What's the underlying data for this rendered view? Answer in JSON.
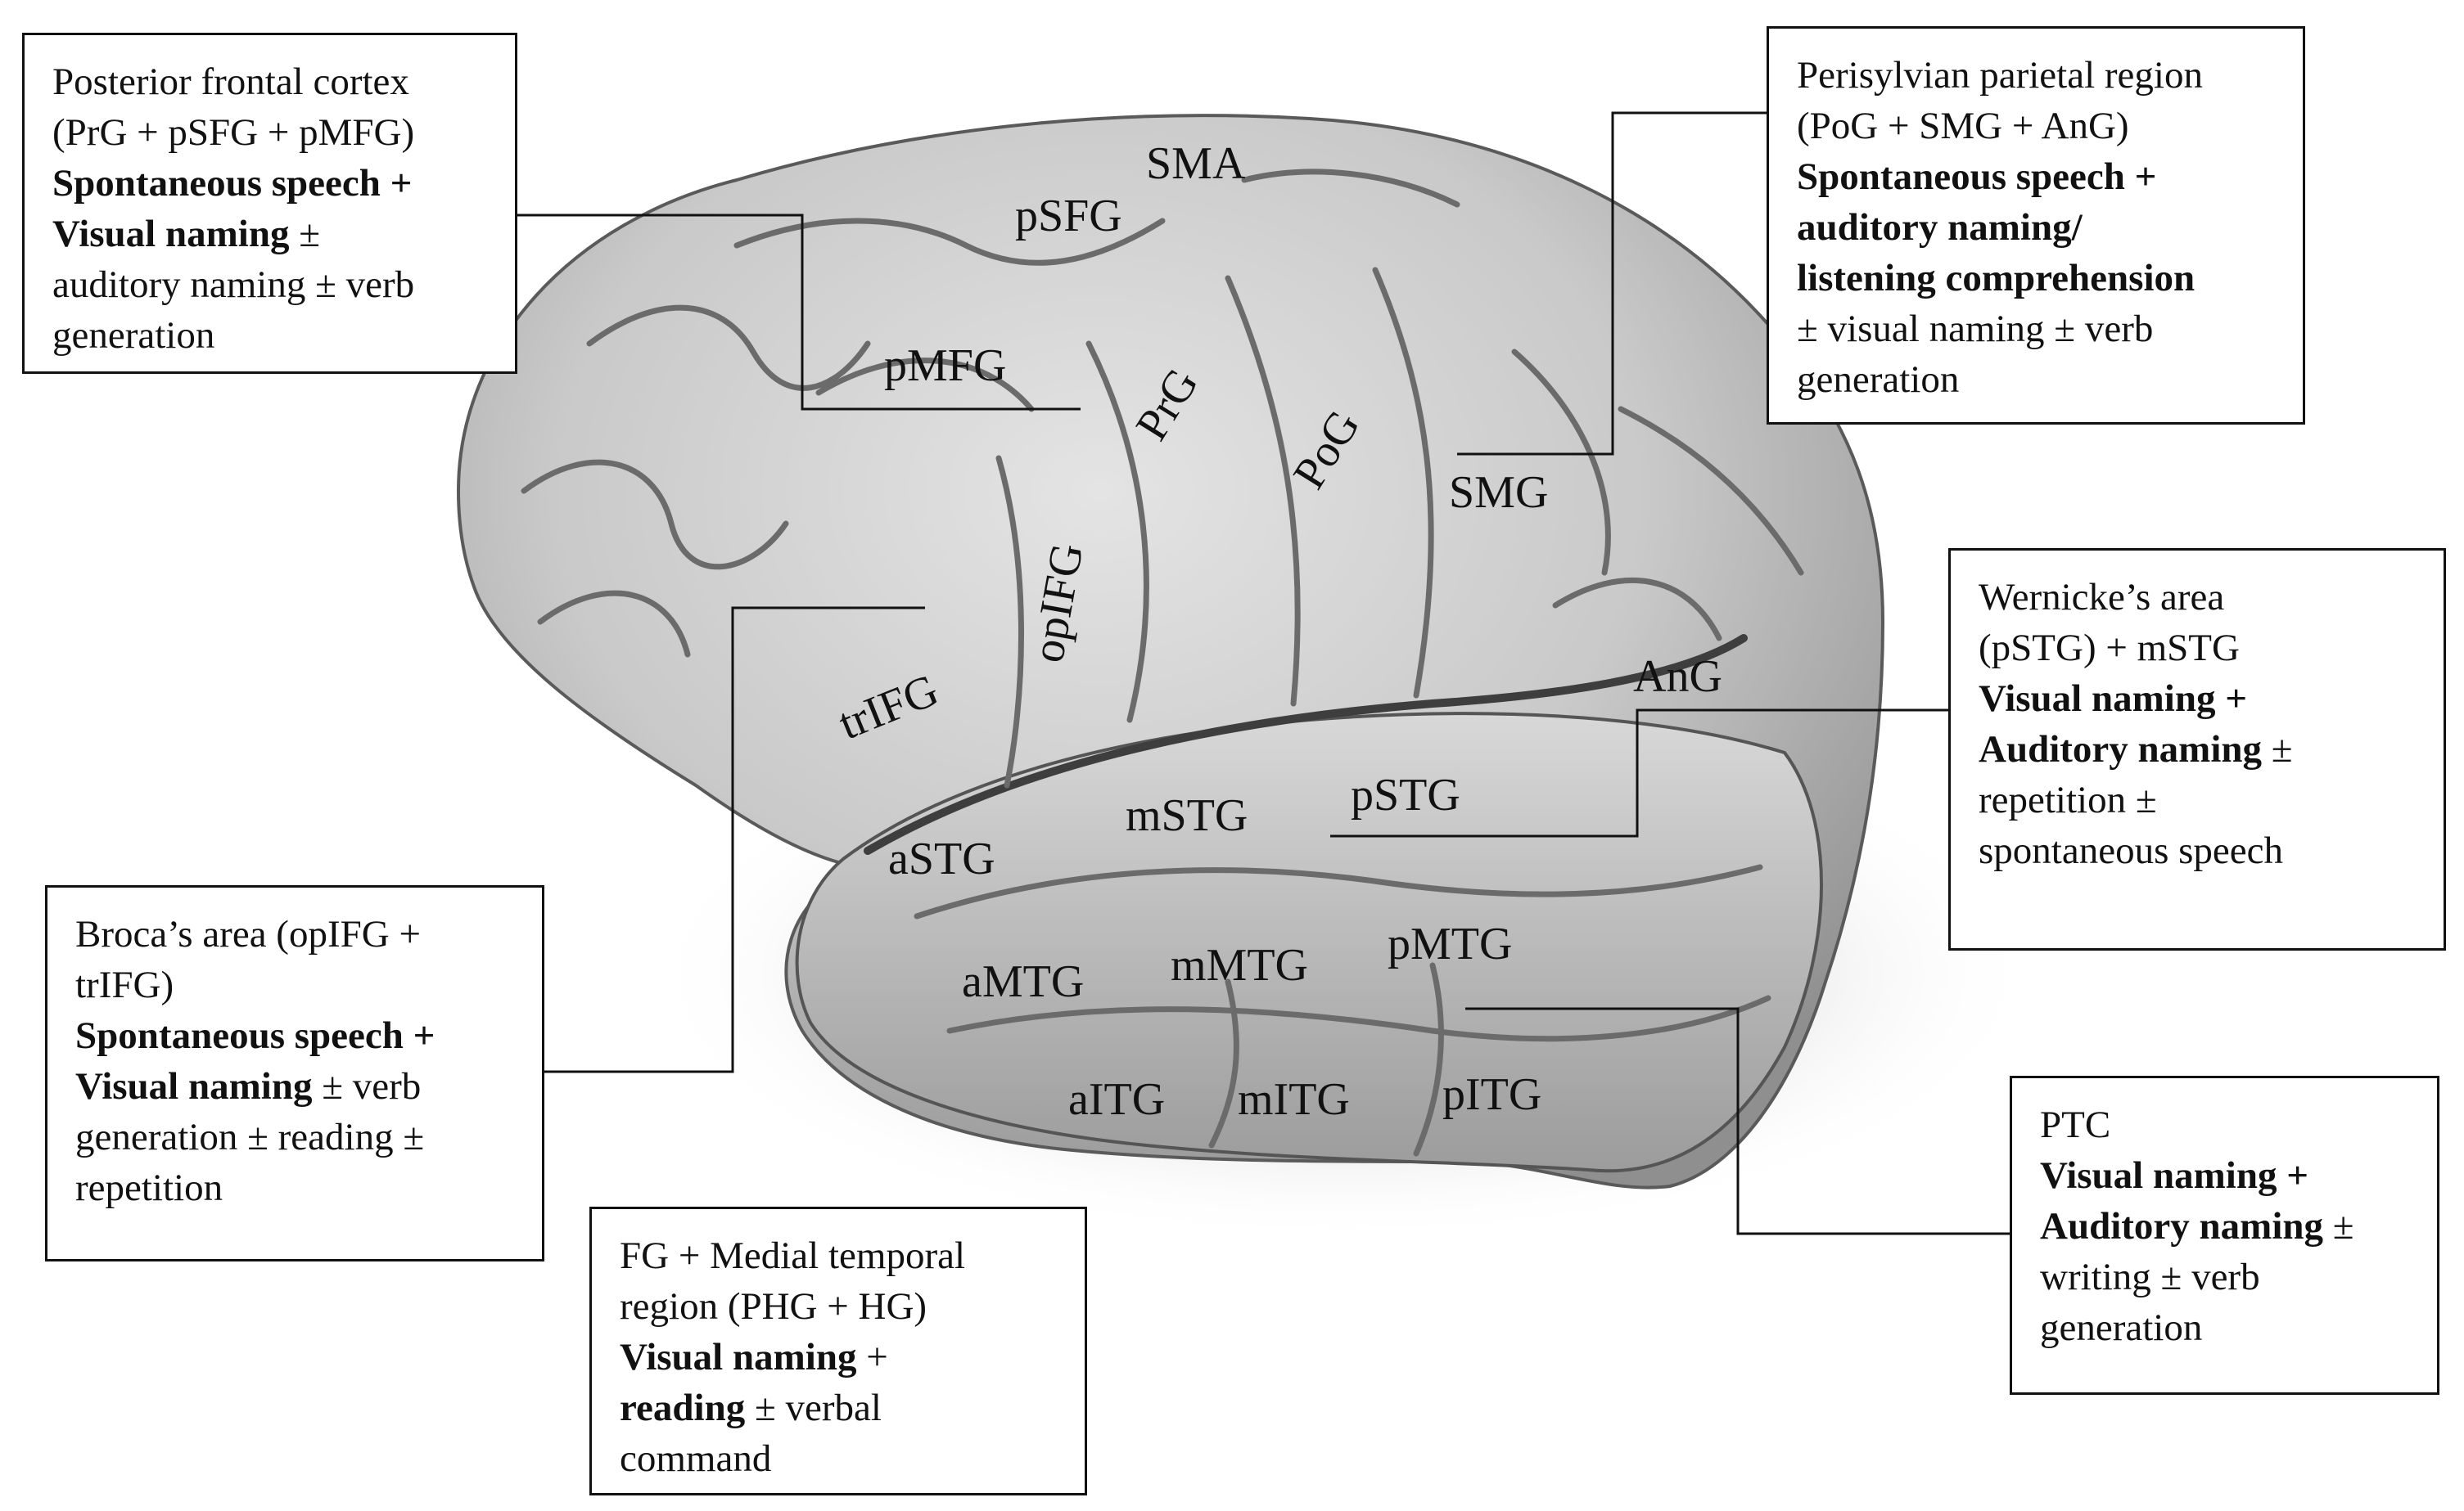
{
  "regions": {
    "sma": "SMA",
    "psfg": "pSFG",
    "pmfg": "pMFG",
    "prg": "PrG",
    "pog": "PoG",
    "smg": "SMG",
    "opifg": "opIFG",
    "trifg": "trIFG",
    "ang": "AnG",
    "astg": "aSTG",
    "mstg": "mSTG",
    "pstg": "pSTG",
    "amtg": "aMTG",
    "mmtg": "mMTG",
    "pmtg": "pMTG",
    "aitg": "aITG",
    "mitg": "mITG",
    "pitg": "pITG"
  },
  "callouts": {
    "posterior_frontal": {
      "l1": "Posterior frontal cortex",
      "l2": "(PrG + pSFG + pMFG)",
      "l3": "Spontaneous speech +",
      "l4a": "Visual naming",
      "l4b": " ±",
      "l5": "auditory naming ± verb",
      "l6": "generation"
    },
    "perisylvian": {
      "l1": "Perisylvian parietal region",
      "l2": "(PoG + SMG + AnG)",
      "l3": "Spontaneous speech +",
      "l4": "auditory naming/",
      "l5": "listening comprehension",
      "l6": "± visual naming ± verb",
      "l7": "generation"
    },
    "wernicke": {
      "l1": "Wernicke’s area",
      "l2": "(pSTG) + mSTG",
      "l3": "Visual naming +",
      "l4a": "Auditory naming",
      "l4b": " ±",
      "l5": "repetition ±",
      "l6": "spontaneous speech"
    },
    "broca": {
      "l1": "Broca’s area (opIFG +",
      "l2": "trIFG)",
      "l3": "Spontaneous speech +",
      "l4a": "Visual naming",
      "l4b": " ± verb",
      "l5": "generation ± reading ±",
      "l6": "repetition"
    },
    "fg_medial": {
      "l1": "FG + Medial temporal",
      "l2": "region (PHG + HG)",
      "l3a": "Visual naming",
      "l3b": " +",
      "l4a": "reading",
      "l4b": " ± verbal",
      "l5": "command"
    },
    "ptc": {
      "l1": "PTC",
      "l2": "Visual naming +",
      "l3a": "Auditory naming",
      "l3b": " ±",
      "l4": "writing ± verb",
      "l5": "generation"
    }
  }
}
